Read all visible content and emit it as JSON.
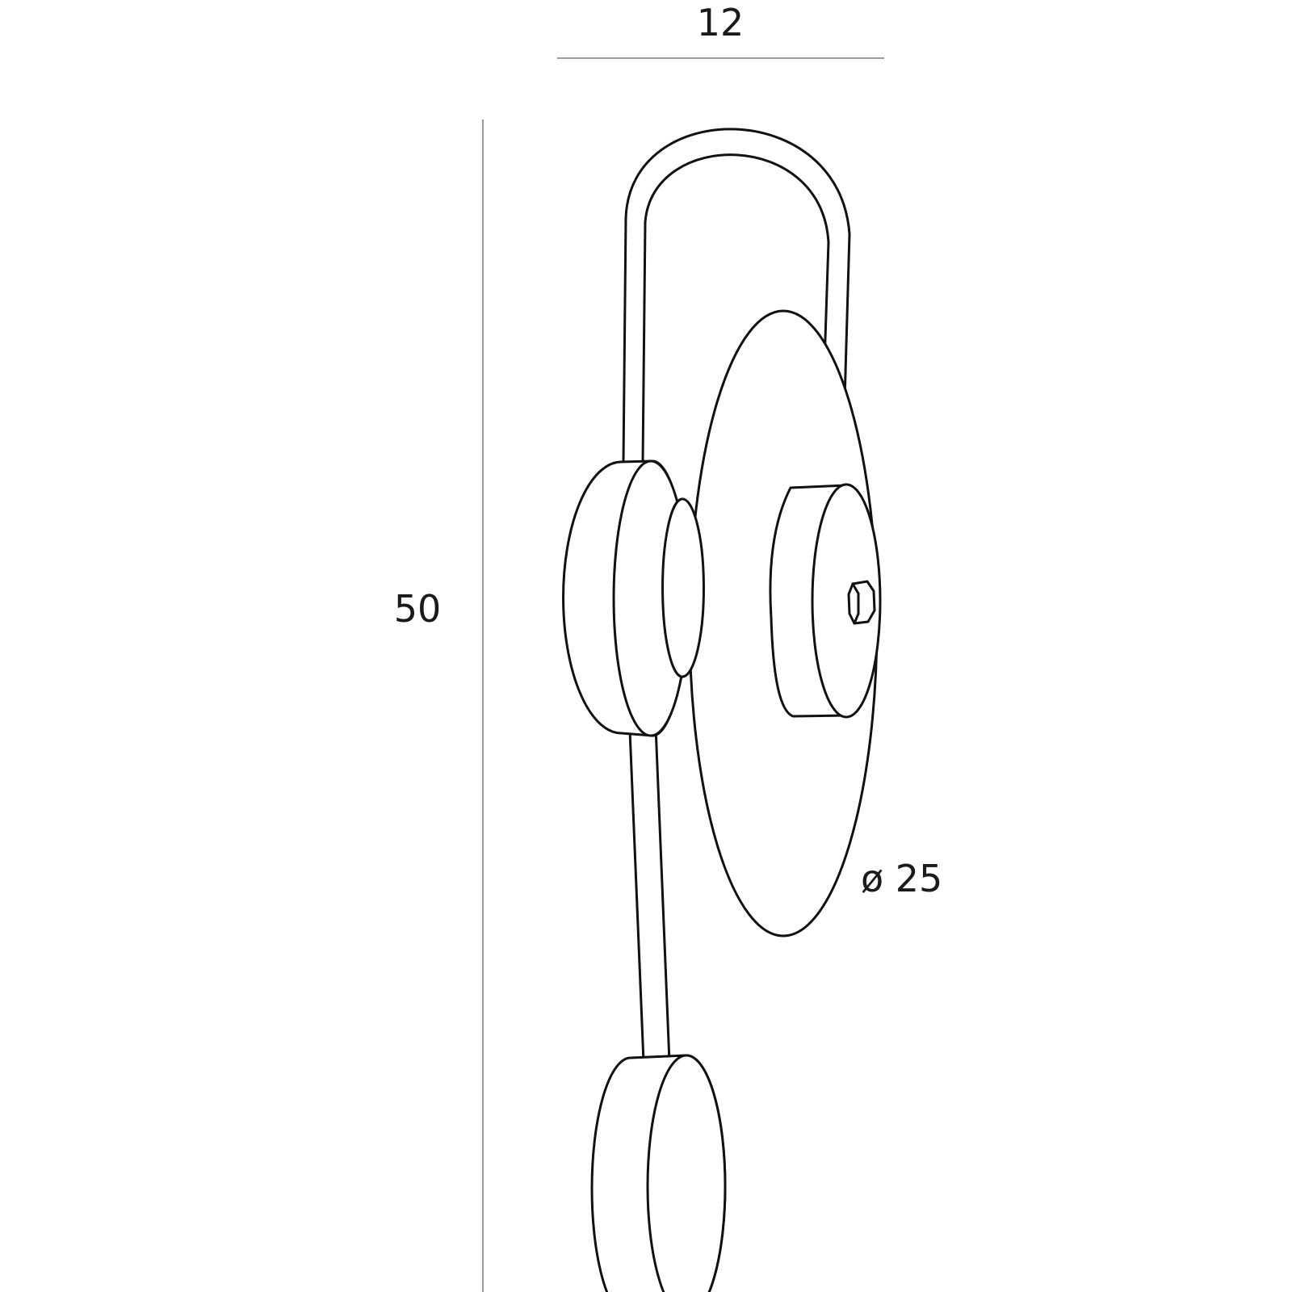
{
  "dimensions": {
    "width_label": "12",
    "height_label": "50",
    "diameter_label": "ø 25"
  },
  "colors": {
    "outline": "#111111",
    "dimension_line": "#9a9a9a",
    "text": "#1a1a1a",
    "background": "#ffffff"
  }
}
